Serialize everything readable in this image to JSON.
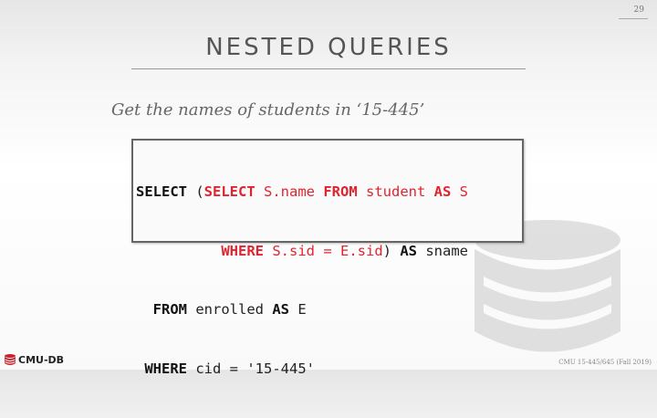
{
  "slide": {
    "page_number": "29",
    "title": "NESTED QUERIES",
    "subtitle": "Get the names of students in ‘15-445’",
    "logo_text": "CMU-DB",
    "footer": "CMU 15-445/645 (Fall 2019)"
  },
  "code": {
    "l1": {
      "k1": "SELECT",
      "t1": " (",
      "k2": "SELECT",
      "t2": " S.name ",
      "k3": "FROM",
      "t3": " student ",
      "k4": "AS",
      "t4": " S"
    },
    "l2": {
      "indent": "          ",
      "k1": "WHERE",
      "t1": " S.sid = E.sid",
      "t2": ") ",
      "k2": "AS",
      "t3": " sname"
    },
    "l3": {
      "indent": "  ",
      "k1": "FROM",
      "t1": " enrolled ",
      "k2": "AS",
      "t2": " E"
    },
    "l4": {
      "indent": " ",
      "k1": "WHERE",
      "t1": " cid = '15-445'"
    }
  },
  "colors": {
    "accent_red": "#e0242f",
    "title_gray": "#555555"
  },
  "icons": {
    "logo": "database-stack-icon",
    "watermark": "database-cylinder-icon"
  }
}
